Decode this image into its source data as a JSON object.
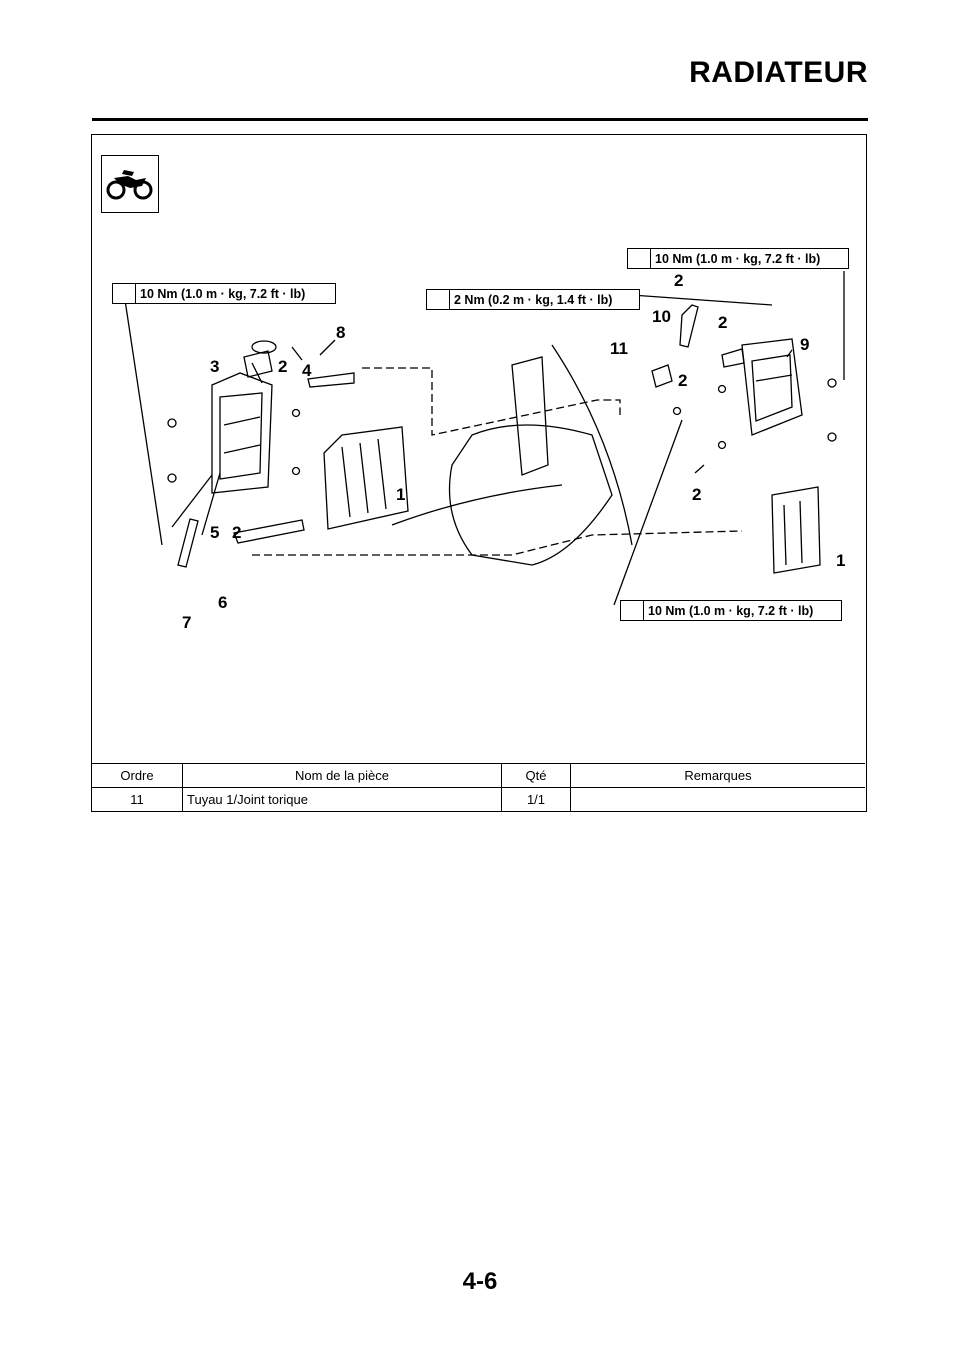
{
  "header": {
    "title": "RADIATEUR"
  },
  "torque_labels": [
    "10 Nm (1.0 m · kg, 7.2 ft · lb)",
    "2 Nm (0.2 m · kg, 1.4 ft · lb)",
    "10 Nm (1.0 m · kg, 7.2 ft · lb)",
    "10 Nm (1.0 m · kg, 7.2 ft · lb)"
  ],
  "callouts": [
    "8",
    "3",
    "2",
    "4",
    "1",
    "5",
    "2",
    "6",
    "7",
    "2",
    "10",
    "2",
    "11",
    "9",
    "2",
    "2",
    "1"
  ],
  "table": {
    "headers": [
      "Ordre",
      "Nom de la pièce",
      "Qté",
      "Remarques"
    ],
    "rows": [
      {
        "order": "11",
        "name": "Tuyau 1/Joint torique",
        "qty": "1/1",
        "remarks": ""
      }
    ]
  },
  "footer": {
    "page_number": "4-6"
  }
}
